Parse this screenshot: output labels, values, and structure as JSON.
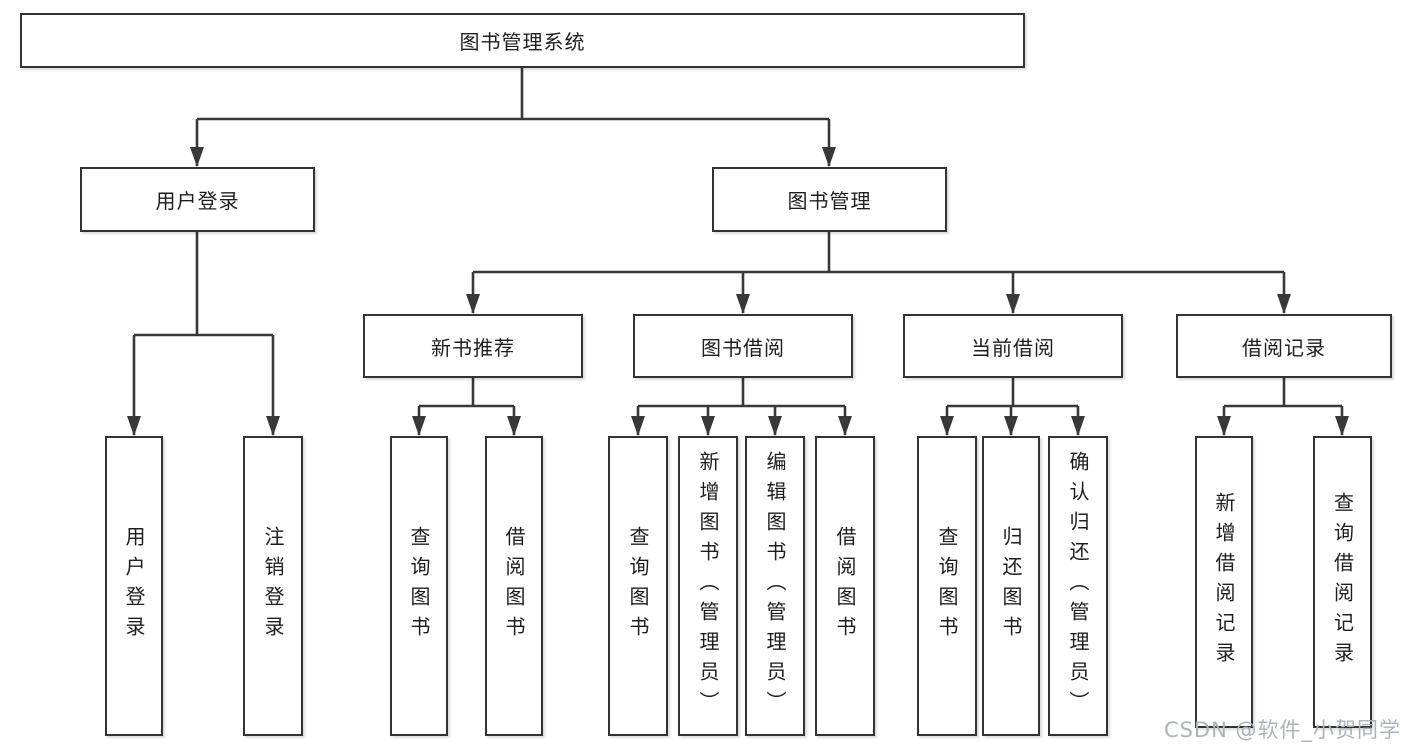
{
  "diagram": {
    "title": "图书管理系统",
    "nodes": {
      "root": {
        "label": "图书管理系统"
      },
      "user_login": {
        "label": "用户登录"
      },
      "book_management": {
        "label": "图书管理"
      },
      "new_book_recommend": {
        "label": "新书推荐"
      },
      "book_borrow": {
        "label": "图书借阅"
      },
      "current_borrow": {
        "label": "当前借阅"
      },
      "borrow_records": {
        "label": "借阅记录"
      },
      "user_login_action": {
        "label": "用户登录"
      },
      "logout_action": {
        "label": "注销登录"
      },
      "rec_query_books": {
        "label": "查询图书"
      },
      "rec_borrow_books": {
        "label": "借阅图书"
      },
      "bb_query_books": {
        "label": "查询图书"
      },
      "bb_add_books": {
        "label": "新增图书（管理员）"
      },
      "bb_edit_books": {
        "label": "编辑图书（管理员）"
      },
      "bb_borrow_books": {
        "label": "借阅图书"
      },
      "cb_query_books": {
        "label": "查询图书"
      },
      "cb_return_books": {
        "label": "归还图书"
      },
      "cb_confirm_return": {
        "label": "确认归还（管理员）"
      },
      "br_add_record": {
        "label": "新增借阅记录"
      },
      "br_query_record": {
        "label": "查询借阅记录"
      }
    },
    "edges": [
      {
        "from": "root",
        "to": "user_login"
      },
      {
        "from": "root",
        "to": "book_management"
      },
      {
        "from": "user_login",
        "to": "user_login_action"
      },
      {
        "from": "user_login",
        "to": "logout_action"
      },
      {
        "from": "book_management",
        "to": "new_book_recommend"
      },
      {
        "from": "book_management",
        "to": "book_borrow"
      },
      {
        "from": "book_management",
        "to": "current_borrow"
      },
      {
        "from": "book_management",
        "to": "borrow_records"
      },
      {
        "from": "new_book_recommend",
        "to": "rec_query_books"
      },
      {
        "from": "new_book_recommend",
        "to": "rec_borrow_books"
      },
      {
        "from": "book_borrow",
        "to": "bb_query_books"
      },
      {
        "from": "book_borrow",
        "to": "bb_add_books"
      },
      {
        "from": "book_borrow",
        "to": "bb_edit_books"
      },
      {
        "from": "book_borrow",
        "to": "bb_borrow_books"
      },
      {
        "from": "current_borrow",
        "to": "cb_query_books"
      },
      {
        "from": "current_borrow",
        "to": "cb_return_books"
      },
      {
        "from": "current_borrow",
        "to": "cb_confirm_return"
      },
      {
        "from": "borrow_records",
        "to": "br_add_record"
      },
      {
        "from": "borrow_records",
        "to": "br_query_record"
      }
    ]
  },
  "watermark": {
    "text": "CSDN @软件_小贺同学",
    "color": "#adb3bb"
  },
  "colors": {
    "background": "#ffffff",
    "line": "#383838",
    "box_border": "#333333",
    "box_bg": "#ffffff",
    "text": "#1e1e1e",
    "watermark": "#adb3bb"
  }
}
